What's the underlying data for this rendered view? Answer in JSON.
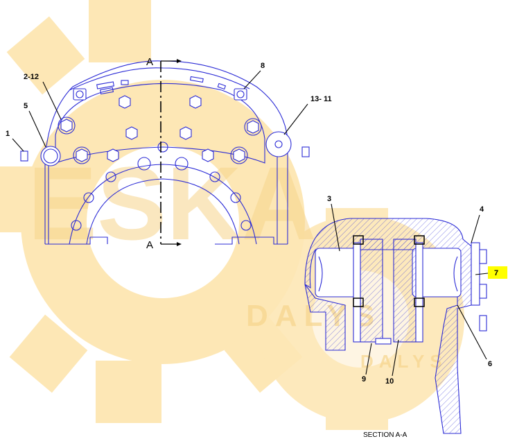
{
  "colors": {
    "line": "#2b2bd6",
    "watermark": "#fde7b5",
    "watermark_text": "#f6d58c",
    "highlight": "#ffff00",
    "callout": "#000000"
  },
  "watermark": {
    "brand": "ESKA",
    "sub1": "DALYS",
    "sub2": "DALYS"
  },
  "section_marks": {
    "top": "A",
    "bottom": "A"
  },
  "callouts": {
    "c1": "1",
    "c2_12": "2-12",
    "c5": "5",
    "c8": "8",
    "c13_11": "13- 11",
    "c3": "3",
    "c4": "4",
    "c7": "7",
    "c6": "6",
    "c9": "9",
    "c10": "10"
  },
  "caption": "SECTION A-A",
  "icons": [
    "gear-watermark-icon",
    "caliper-front-view",
    "caliper-section-view"
  ]
}
